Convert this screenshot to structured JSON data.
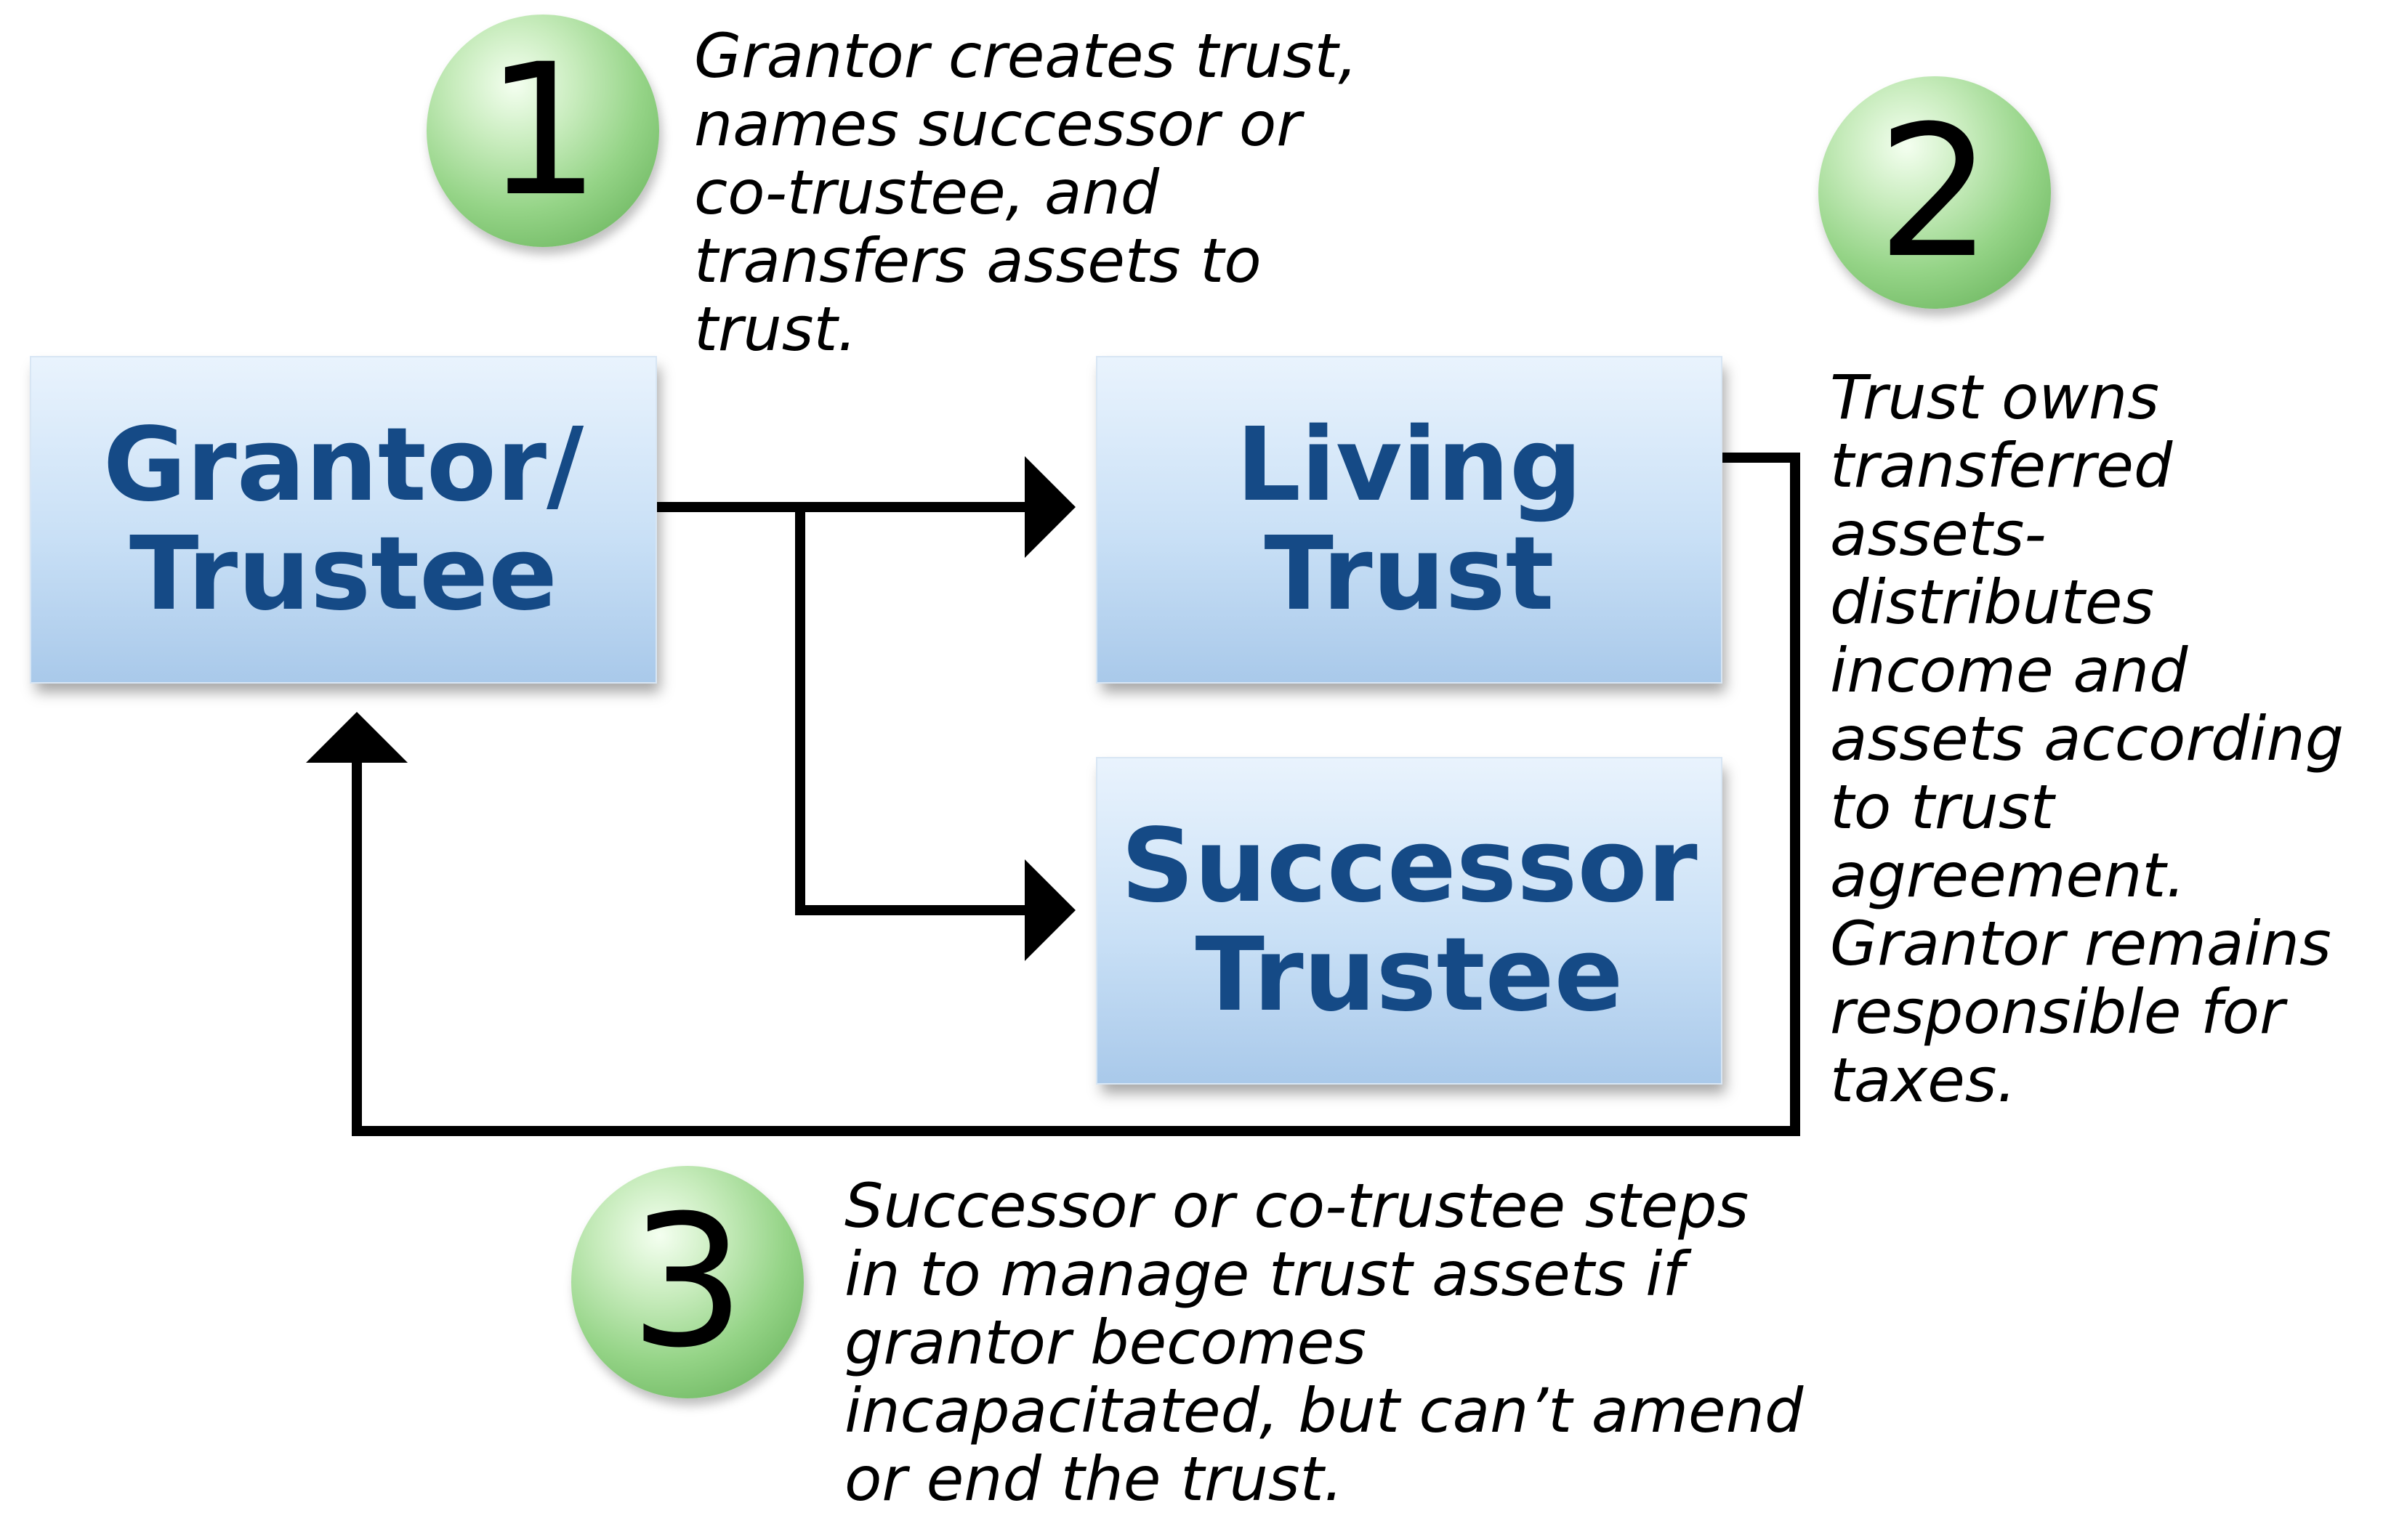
{
  "nodes": {
    "grantor_trustee": "Grantor/\nTrustee",
    "living_trust": "Living\nTrust",
    "successor_trustee": "Successor\nTrustee"
  },
  "steps": [
    {
      "number": "1",
      "text": "Grantor creates trust,\nnames successor or\nco-trustee, and\ntransfers assets to\ntrust."
    },
    {
      "number": "2",
      "text": "Trust owns\ntransferred\nassets-\ndistributes\nincome and\nassets according\nto trust\nagreement.\nGrantor remains\nresponsible for\ntaxes."
    },
    {
      "number": "3",
      "text": "Successor or co-trustee steps\nin to manage trust assets if\ngrantor becomes\nincapacitated, but can’t amend\nor end the trust."
    }
  ],
  "colors": {
    "box_text": "#154a86",
    "badge_green": "#95d487",
    "arrow": "#000000"
  }
}
